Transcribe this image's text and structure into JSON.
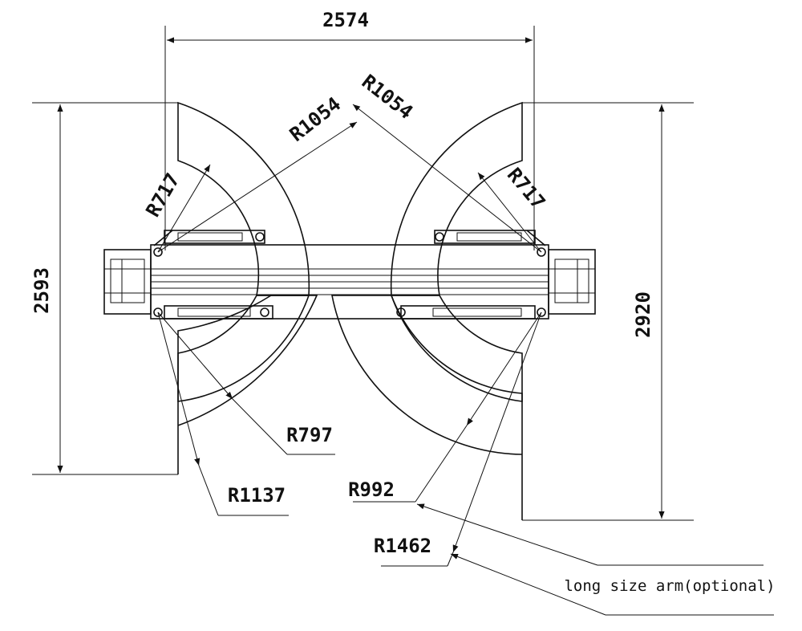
{
  "dimensions": {
    "top_width": "2574",
    "left_height": "2593",
    "right_height": "2920"
  },
  "radii": {
    "r1054_left": "R1054",
    "r1054_right": "R1054",
    "r717_left": "R717",
    "r717_right": "R717",
    "r797": "R797",
    "r1137": "R1137",
    "r992": "R992",
    "r1462": "R1462"
  },
  "note": "long size arm(optional)"
}
